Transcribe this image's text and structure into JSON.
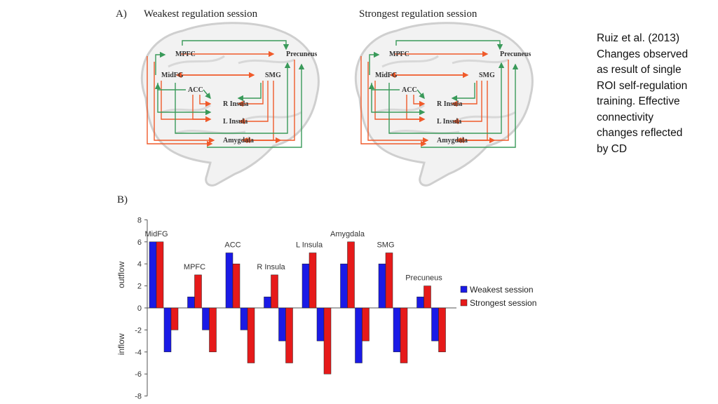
{
  "panel_a": {
    "letter": "A)",
    "left_title": "Weakest regulation session",
    "right_title": "Strongest regulation session",
    "nodes": [
      "MPFC",
      "Precuneus",
      "MidFG",
      "SMG",
      "ACC",
      "R Insula",
      "L Insula",
      "Amygdala"
    ]
  },
  "panel_b": {
    "letter": "B)"
  },
  "caption": {
    "lines": [
      "Ruiz et al. (2013)",
      "Changes observed",
      "as result of single",
      "ROI self-regulation",
      "training. Effective",
      "connectivity",
      "changes reflected",
      "by CD"
    ]
  },
  "colors": {
    "weakest": "#1a1ae6",
    "strongest": "#e61a1a",
    "red_arrow": "#f05a2a",
    "green_arrow": "#3a9a5a"
  },
  "chart_data": {
    "type": "bar",
    "categories": [
      "MidFG",
      "MPFC",
      "ACC",
      "R Insula",
      "L Insula",
      "Amygdala",
      "SMG",
      "Precuneus"
    ],
    "series": [
      {
        "name": "Weakest session",
        "outflow": [
          6,
          1,
          5,
          1,
          4,
          4,
          4,
          1
        ],
        "inflow": [
          -4,
          -2,
          -2,
          -3,
          -3,
          -5,
          -4,
          -3
        ]
      },
      {
        "name": "Strongest session",
        "outflow": [
          6,
          3,
          4,
          3,
          5,
          6,
          5,
          2
        ],
        "inflow": [
          -2,
          -4,
          -5,
          -5,
          -6,
          -3,
          -5,
          -4
        ]
      }
    ],
    "ylabel_top": "outflow",
    "ylabel_bottom": "inflow",
    "yticks": [
      8,
      6,
      4,
      2,
      0,
      -2,
      -4,
      -6,
      -8
    ],
    "ylim": [
      -8,
      8
    ],
    "grid": false,
    "legend_position": "right"
  }
}
